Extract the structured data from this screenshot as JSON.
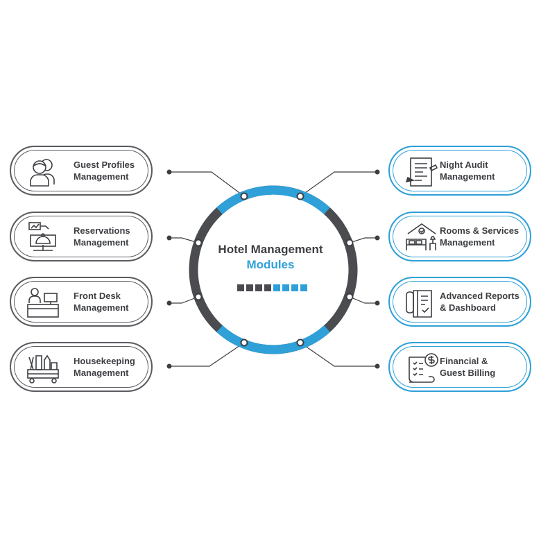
{
  "title": "Hotel Management",
  "subtitle": "Modules",
  "colors": {
    "dark": "#4a4c50",
    "blue": "#2fa0d8",
    "text": "#3c3e42"
  },
  "progress_squares": {
    "dark": 4,
    "blue": 4
  },
  "left_modules": [
    {
      "line1": "Guest Profiles",
      "line2": "Management",
      "icon": "guest-profiles-icon"
    },
    {
      "line1": "Reservations",
      "line2": "Management",
      "icon": "reservation-bell-icon"
    },
    {
      "line1": "Front Desk",
      "line2": "Management",
      "icon": "front-desk-icon"
    },
    {
      "line1": "Housekeeping",
      "line2": "Management",
      "icon": "housekeeping-cart-icon"
    }
  ],
  "right_modules": [
    {
      "line1": "Night Audit",
      "line2": "Management",
      "icon": "night-audit-document-icon"
    },
    {
      "line1": "Rooms & Services",
      "line2": "Management",
      "icon": "hotel-room-icon"
    },
    {
      "line1": "Advanced Reports",
      "line2": "& Dashboard",
      "icon": "reports-dashboard-icon"
    },
    {
      "line1": "Financial &",
      "line2": "Guest Billing",
      "icon": "billing-dollar-icon"
    }
  ]
}
